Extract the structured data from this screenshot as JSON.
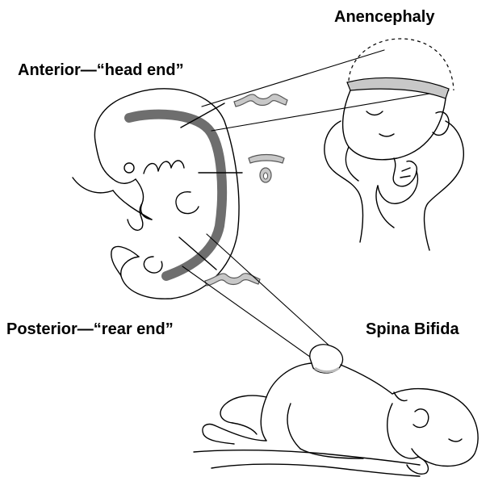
{
  "labels": {
    "anencephaly": "Anencephaly",
    "anterior": "Anterior—“head end”",
    "posterior": "Posterior—“rear end”",
    "spina_bifida": "Spina Bifida"
  },
  "colors": {
    "neural_tube": "#6e6e6e",
    "tube_section_fill": "#c8c8c8",
    "outline": "#000000",
    "background": "#ffffff"
  }
}
